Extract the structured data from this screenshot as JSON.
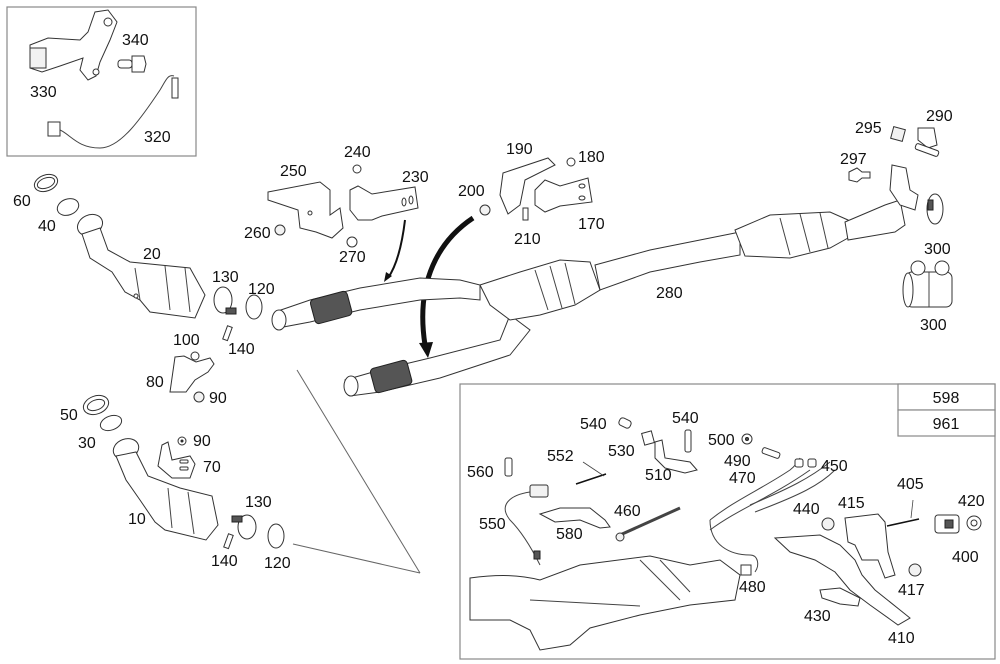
{
  "diagram": {
    "title": "Exhaust system parts diagram",
    "reference_box": [
      "598",
      "961"
    ],
    "inset_top_left": {
      "labels": [
        "340",
        "330",
        "320"
      ]
    },
    "main_labels": [
      {
        "id": "60",
        "text": "60"
      },
      {
        "id": "40",
        "text": "40"
      },
      {
        "id": "20",
        "text": "20"
      },
      {
        "id": "130a",
        "text": "130"
      },
      {
        "id": "120a",
        "text": "120"
      },
      {
        "id": "100",
        "text": "100"
      },
      {
        "id": "140a",
        "text": "140"
      },
      {
        "id": "80",
        "text": "80"
      },
      {
        "id": "90a",
        "text": "90"
      },
      {
        "id": "50",
        "text": "50"
      },
      {
        "id": "30",
        "text": "30"
      },
      {
        "id": "90b",
        "text": "90"
      },
      {
        "id": "70",
        "text": "70"
      },
      {
        "id": "10",
        "text": "10"
      },
      {
        "id": "130b",
        "text": "130"
      },
      {
        "id": "140b",
        "text": "140"
      },
      {
        "id": "120b",
        "text": "120"
      },
      {
        "id": "250",
        "text": "250"
      },
      {
        "id": "240",
        "text": "240"
      },
      {
        "id": "230",
        "text": "230"
      },
      {
        "id": "260",
        "text": "260"
      },
      {
        "id": "270",
        "text": "270"
      },
      {
        "id": "200",
        "text": "200"
      },
      {
        "id": "190",
        "text": "190"
      },
      {
        "id": "180",
        "text": "180"
      },
      {
        "id": "210",
        "text": "210"
      },
      {
        "id": "170",
        "text": "170"
      },
      {
        "id": "280",
        "text": "280"
      },
      {
        "id": "295",
        "text": "295"
      },
      {
        "id": "290",
        "text": "290"
      },
      {
        "id": "297",
        "text": "297"
      },
      {
        "id": "300a",
        "text": "300"
      },
      {
        "id": "300b",
        "text": "300"
      }
    ],
    "inset_bottom_right": {
      "labels": [
        {
          "id": "540a",
          "text": "540"
        },
        {
          "id": "540b",
          "text": "540"
        },
        {
          "id": "530",
          "text": "530"
        },
        {
          "id": "500",
          "text": "500"
        },
        {
          "id": "490",
          "text": "490"
        },
        {
          "id": "552",
          "text": "552"
        },
        {
          "id": "560",
          "text": "560"
        },
        {
          "id": "510",
          "text": "510"
        },
        {
          "id": "470",
          "text": "470"
        },
        {
          "id": "450",
          "text": "450"
        },
        {
          "id": "460",
          "text": "460"
        },
        {
          "id": "550",
          "text": "550"
        },
        {
          "id": "580",
          "text": "580"
        },
        {
          "id": "480",
          "text": "480"
        },
        {
          "id": "440",
          "text": "440"
        },
        {
          "id": "415",
          "text": "415"
        },
        {
          "id": "405",
          "text": "405"
        },
        {
          "id": "420",
          "text": "420"
        },
        {
          "id": "400",
          "text": "400"
        },
        {
          "id": "417",
          "text": "417"
        },
        {
          "id": "430",
          "text": "430"
        },
        {
          "id": "410",
          "text": "410"
        }
      ]
    }
  }
}
